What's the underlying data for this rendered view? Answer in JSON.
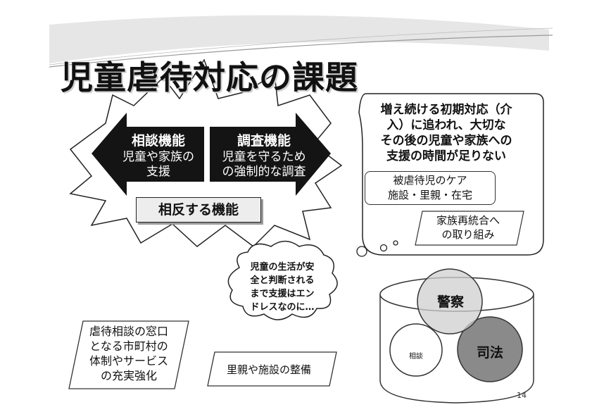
{
  "title": "児童虐待対応の課題",
  "arrows": {
    "left": {
      "head": "相談機能",
      "line1": "児童や家族の",
      "line2": "支援"
    },
    "right": {
      "head": "調査機能",
      "line1": "児童を守るため",
      "line2": "の強制的な調査"
    },
    "conflict": "相反する機能"
  },
  "speech_bubble": {
    "line1": "増え続ける初期対応（介",
    "line2": "入）に追われ、大切な",
    "line3": "その後の児童や家族への",
    "line4": "支援の時間が足りない"
  },
  "care_box": {
    "line1": "被虐待児のケア",
    "line2": "施設・里親・在宅"
  },
  "reunify_box": {
    "line1": "家族再統合へ",
    "line2": "の取り組み"
  },
  "cloud": {
    "line1": "児童の生活が安",
    "line2": "全と判断される",
    "line3": "まで支援はエン",
    "line4": "ドレスなのに…"
  },
  "municipal_box": {
    "line1": "虐待相談の窓口",
    "line2": "となる市町村の",
    "line3": "体制やサービス",
    "line4": "の充実強化"
  },
  "facility_box": "里親や施設の整備",
  "diagram": {
    "police": "警察",
    "judiciary": "司法",
    "consultation": "相談"
  },
  "page_number": "14"
}
